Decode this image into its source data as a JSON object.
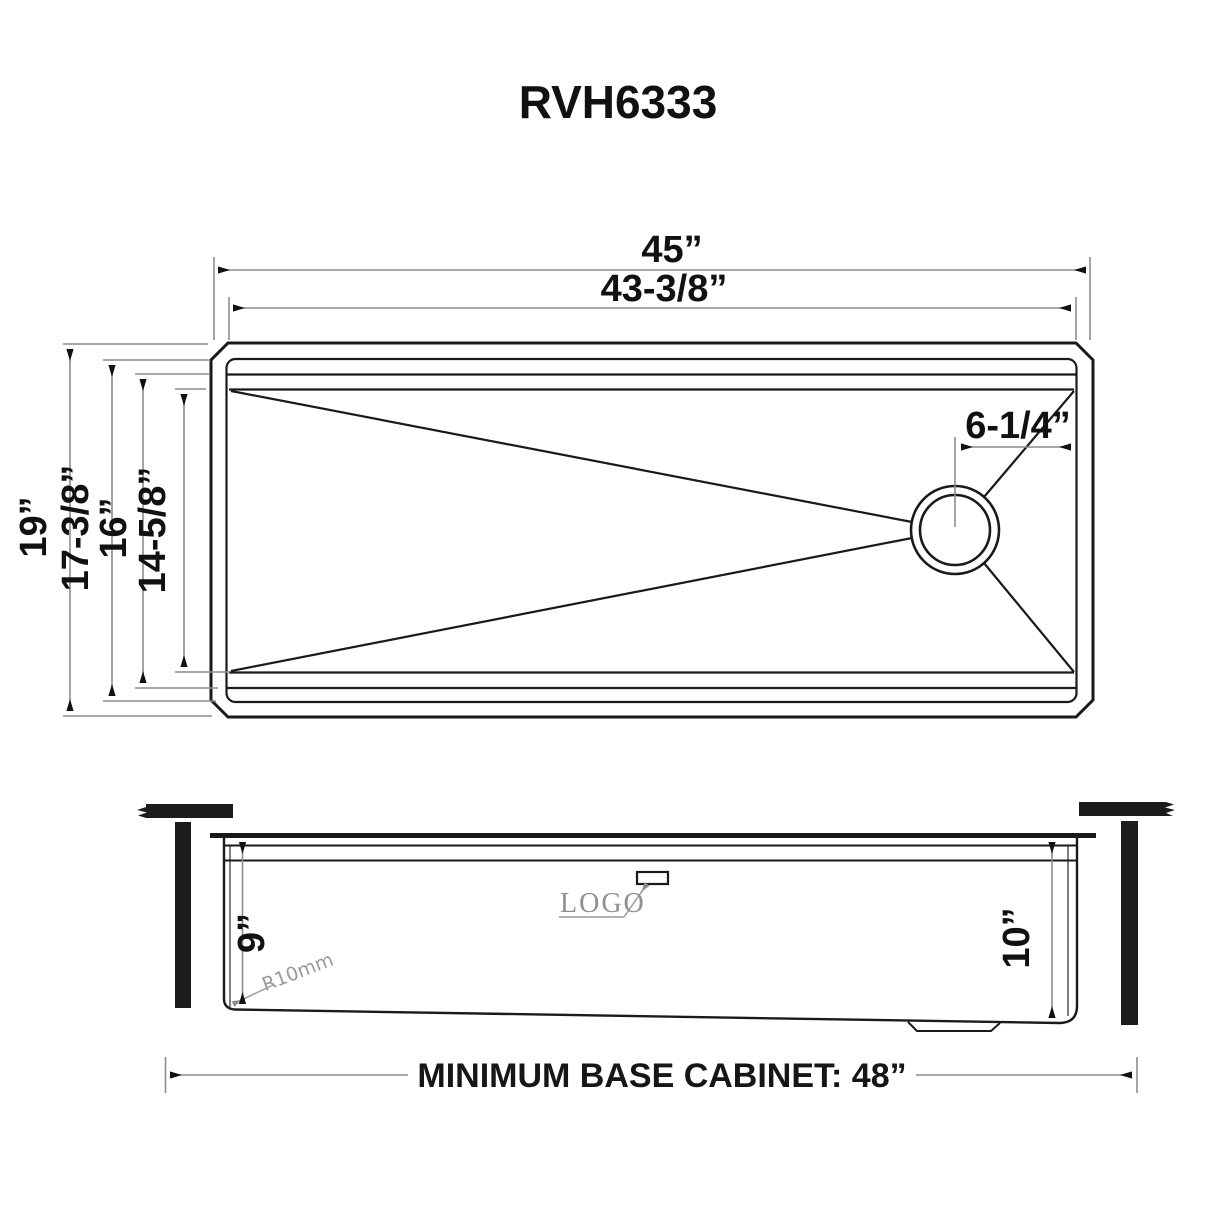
{
  "title": "RVH6333",
  "top_view": {
    "overall_width": "45”",
    "inner_width": "43-3/8”",
    "overall_depth": "19”",
    "rim_depth": "17-3/8”",
    "bowl_depth": "16”",
    "bowl_bottom_depth": "14-5/8”",
    "drain_offset": "6-1/4”"
  },
  "side_view": {
    "depth_left": "9”",
    "depth_right": "10”",
    "corner_radius_note": "R10mm",
    "logo_text": "LOGO"
  },
  "footer": {
    "min_base_cabinet": "MINIMUM BASE CABINET: 48”"
  },
  "colors": {
    "outline": "#1a1a1a",
    "dimension_line": "#8c8c8c",
    "text": "#111111",
    "muted_text": "#9a9a9a"
  }
}
